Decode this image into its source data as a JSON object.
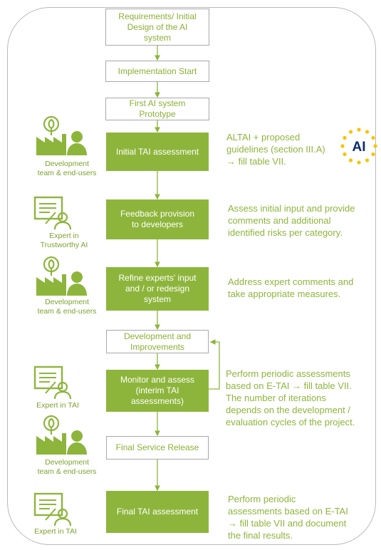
{
  "colors": {
    "accent": "#8db53c",
    "box_border": "#a8a8a8",
    "frame": "#b9b9b9",
    "eu_blue": "#0c2a6e",
    "eu_gold": "#f6c400"
  },
  "steps": [
    "Requirements/ Initial\nDesign of the AI\nsystem",
    "Implementation Start",
    "First AI system\nPrototype",
    "Initial TAI assessment",
    "Feedback provision\nto developers",
    "Refine experts' input\nand / or redesign\nsystem",
    "Development and\nImprovements",
    "Monitor and assess\n(interim TAI\nassessments)",
    "Final Service Release",
    "Final TAI assessment"
  ],
  "notes": [
    "ALTAI + proposed\nguidelines (section III.A)\n→ fill table VII.",
    "Assess initial input and provide\ncomments and additional\nidentified risks per category.",
    "Address expert comments and\ntake appropriate measures.",
    "Perform periodic assessments\nbased on E-TAI → fill table VII.\nThe number of iterations\ndepends on the development /\nevaluation cycles of the project.",
    "Perform periodic\nassessments based on E-TAI\n→ fill table VII and document\nthe final results."
  ],
  "actors": [
    "Development\nteam & end-users",
    "Expert in\nTrustworthy AI",
    "Development\nteam & end-users",
    "Expert in TAI",
    "Development\nteam & end-users",
    "Expert in TAI"
  ],
  "ai_badge": "AI",
  "icons": [
    "factory-team-icon",
    "expert-board-icon",
    "factory-team-icon",
    "expert-board-icon",
    "factory-team-icon",
    "expert-board-icon"
  ]
}
